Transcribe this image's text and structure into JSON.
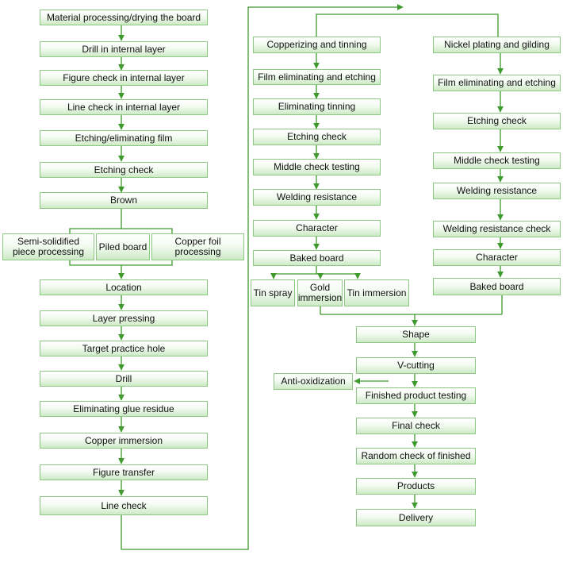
{
  "colors": {
    "line": "#3f9a2e",
    "border": "#8cc784",
    "fill_top": "#ffffff",
    "fill_bottom": "#cdeac6"
  },
  "steps": {
    "material": "Material processing/drying the board",
    "drill_internal": "Drill in internal layer",
    "figure_check_internal": "Figure check in internal layer",
    "line_check_internal": "Line check in internal layer",
    "etching_film": "Etching/eliminating film",
    "etching_check_1": "Etching check",
    "brown": "Brown",
    "semi_solidified": "Semi-solidified\npiece processing",
    "piled_board": "Piled board",
    "copper_foil": "Copper foil processing",
    "location": "Location",
    "layer_pressing": "Layer pressing",
    "target_hole": "Target practice hole",
    "drill": "Drill",
    "glue_residue": "Eliminating glue residue",
    "copper_immersion": "Copper immersion",
    "figure_transfer": "Figure transfer",
    "line_check": "Line check",
    "copperizing": "Copperizing and tinning",
    "film_etch_a": "Film eliminating and etching",
    "elim_tinning": "Eliminating tinning",
    "etch_check_a": "Etching check",
    "middle_check_a": "Middle check testing",
    "weld_res_a": "Welding resistance",
    "character_a": "Character",
    "baked_a": "Baked board",
    "tin_spray": "Tin spray",
    "gold_immersion": "Gold\nimmersion",
    "tin_immersion": "Tin immersion",
    "nickel": "Nickel plating and gilding",
    "film_etch_b": "Film eliminating and etching",
    "etch_check_b": "Etching check",
    "middle_check_b": "Middle check testing",
    "weld_res_b": "Welding resistance",
    "weld_res_check_b": "Welding resistance check",
    "character_b": "Character",
    "baked_b": "Baked board",
    "shape": "Shape",
    "v_cutting": "V-cutting",
    "anti_oxidization": "Anti-oxidization",
    "finished_testing": "Finished product testing",
    "final_check": "Final check",
    "random_check": "Random check of finished",
    "products": "Products",
    "delivery": "Delivery"
  }
}
